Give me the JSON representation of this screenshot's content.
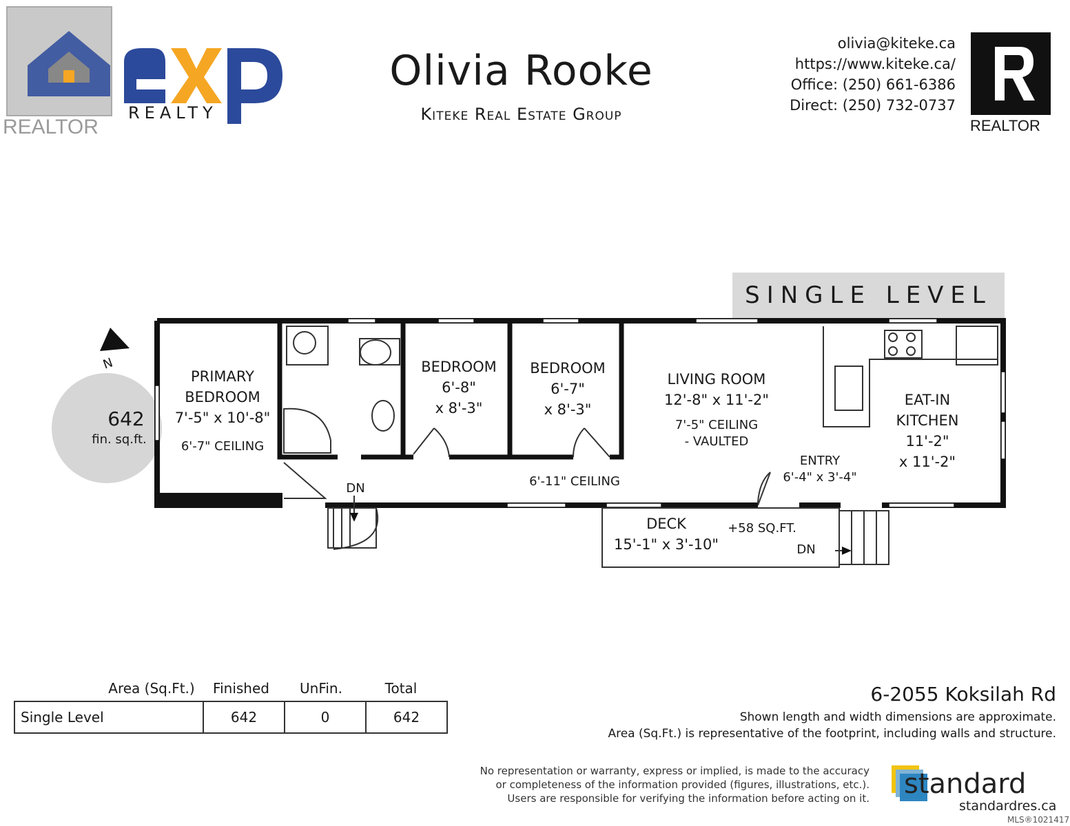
{
  "header": {
    "brand_mark": "eXp",
    "brand_realty": "REALTY",
    "realtor_left": "REALTOR",
    "realtor_right": "REALTOR",
    "agent_name": "Olivia Rooke",
    "agent_team": "Kiteke Real Estate Group",
    "contact": {
      "email": "olivia@kiteke.ca",
      "website": "https://www.kiteke.ca/",
      "office": "Office: (250) 661-6386",
      "direct": "Direct: (250) 732-0737"
    }
  },
  "plan": {
    "level_title": "SINGLE LEVEL",
    "compass": "N",
    "area_badge": {
      "value": "642",
      "unit": "fin. sq.ft."
    },
    "rooms": {
      "primary_bedroom": {
        "name1": "PRIMARY",
        "name2": "BEDROOM",
        "size": "7'-5\" x 10'-8\"",
        "ceiling": "6'-7\" CEILING"
      },
      "bedroom1": {
        "name": "BEDROOM",
        "dim1": "6'-8\"",
        "dim2": "x 8'-3\""
      },
      "bedroom2": {
        "name": "BEDROOM",
        "dim1": "6'-7\"",
        "dim2": "x 8'-3\""
      },
      "living_room": {
        "name": "LIVING ROOM",
        "size": "12'-8\" x 11'-2\"",
        "ceiling1": "7'-5\" CEILING",
        "ceiling2": "- VAULTED"
      },
      "kitchen": {
        "name1": "EAT-IN",
        "name2": "KITCHEN",
        "dim1": "11'-2\"",
        "dim2": "x 11'-2\""
      },
      "entry": {
        "name": "ENTRY",
        "size": "6'-4\" x 3'-4\""
      },
      "hall_ceiling": "6'-11\" CEILING",
      "deck": {
        "name": "DECK",
        "size": "15'-1\" x 3'-10\"",
        "extra": "+58 SQ.FT."
      },
      "stairs_down_left": "DN",
      "stairs_down_right": "DN"
    }
  },
  "area_table": {
    "headers": [
      "Area (Sq.Ft.)",
      "Finished",
      "UnFin.",
      "Total"
    ],
    "rows": [
      [
        "Single Level",
        "642",
        "0",
        "642"
      ]
    ]
  },
  "footer": {
    "address": "6-2055 Koksilah Rd",
    "note1": "Shown length and width dimensions are approximate.",
    "note2": "Area (Sq.Ft.) is representative of the footprint, including walls and structure.",
    "disclaimer1": "No representation or warranty, express or implied, is made to the accuracy",
    "disclaimer2": "or completeness of the information provided (figures, illustrations, etc.).",
    "disclaimer3": "Users are responsible for verifying the information before acting on it.",
    "company": "standard",
    "company_url": "standardres.ca",
    "mls": "MLS®1021417"
  }
}
